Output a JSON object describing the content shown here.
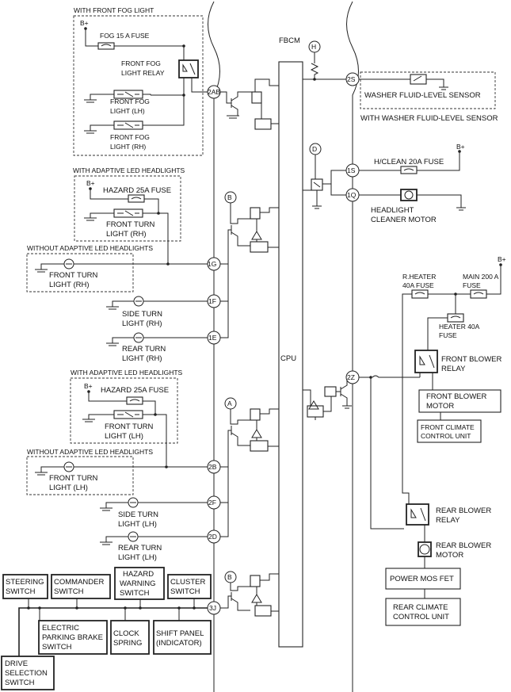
{
  "labels": {
    "fbcm": "FBCM",
    "cpu": "CPU",
    "bplus": "B+",
    "with_front_fog": "WITH FRONT FOG LIGHT",
    "fog_fuse": "FOG 15 A FUSE",
    "fog_relay_1": "FRONT FOG",
    "fog_relay_2": "LIGHT RELAY",
    "fog_lh_1": "FRONT FOG",
    "fog_lh_2": "LIGHT (LH)",
    "fog_rh_1": "FRONT FOG",
    "fog_rh_2": "LIGHT (RH)",
    "washer_sensor": "WASHER FLUID-LEVEL SENSOR",
    "with_washer_sensor": "WITH WASHER FLUID-LEVEL SENSOR",
    "hclean_fuse": "H/CLEAN 20A FUSE",
    "hl_cleaner_1": "HEADLIGHT",
    "hl_cleaner_2": "CLEANER MOTOR",
    "with_adaptive": "WITH ADAPTIVE LED HEADLIGHTS",
    "hazard_fuse": "HAZARD 25A FUSE",
    "ft_rh_1": "FRONT TURN",
    "ft_rh_2": "LIGHT (RH)",
    "without_adaptive": "WITHOUT ADAPTIVE LED HEADLIGHTS",
    "side_rh_1": "SIDE TURN",
    "side_rh_2": "LIGHT (RH)",
    "rear_rh_1": "REAR TURN",
    "rear_rh_2": "LIGHT (RH)",
    "ft_lh_1": "FRONT TURN",
    "ft_lh_2": "LIGHT (LH)",
    "side_lh_1": "SIDE TURN",
    "side_lh_2": "LIGHT (LH)",
    "rear_lh_1": "REAR TURN",
    "rear_lh_2": "LIGHT (LH)",
    "rheater_1": "R.HEATER",
    "rheater_2": "40A FUSE",
    "main_1": "MAIN 200 A",
    "main_2": "FUSE",
    "heater_1": "HEATER 40A",
    "heater_2": "FUSE",
    "fbr_1": "FRONT BLOWER",
    "fbr_2": "RELAY",
    "fbm_1": "FRONT BLOWER",
    "fbm_2": "MOTOR",
    "fccu_1": "FRONT CLIMATE",
    "fccu_2": "CONTROL UNIT",
    "rbr_1": "REAR BLOWER",
    "rbr_2": "RELAY",
    "rbm_1": "REAR BLOWER",
    "rbm_2": "MOTOR",
    "mosfet": "POWER MOS FET",
    "rccu_1": "REAR CLIMATE",
    "rccu_2": "CONTROL UNIT",
    "steering_1": "STEERING",
    "steering_2": "SWITCH",
    "commander_1": "COMMANDER",
    "commander_2": "SWITCH",
    "hazard_1": "HAZARD",
    "hazard_2": "WARNING",
    "hazard_3": "SWITCH",
    "cluster_1": "CLUSTER",
    "cluster_2": "SWITCH",
    "epb_1": "ELECTRIC",
    "epb_2": "PARKING BRAKE",
    "epb_3": "SWITCH",
    "clock_1": "CLOCK",
    "clock_2": "SPRING",
    "shift_1": "SHIFT PANEL",
    "shift_2": "(INDICATOR)",
    "drive_1": "DRIVE",
    "drive_2": "SELECTION",
    "drive_3": "SWITCH"
  },
  "terminals": {
    "t2ab": "2AB",
    "t2s": "2S",
    "t1s": "1S",
    "t1q": "1Q",
    "t1g": "1G",
    "t1f": "1F",
    "t1e": "1E",
    "t2z": "2Z",
    "t2b": "2B",
    "t2f": "2F",
    "t2d": "2D",
    "t3j": "3J"
  },
  "connectors": {
    "h": "H",
    "d": "D",
    "b1": "B",
    "a": "A",
    "b2": "B"
  }
}
